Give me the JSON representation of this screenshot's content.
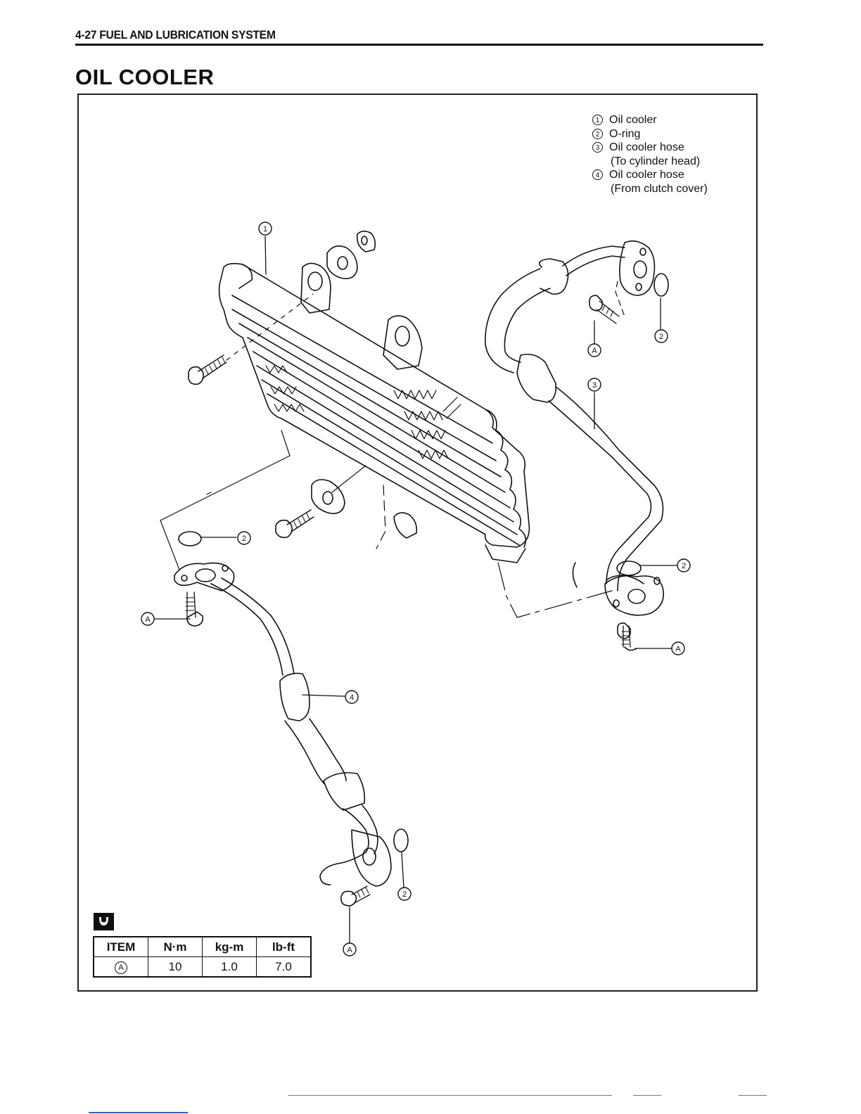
{
  "header": {
    "section": "4-27 FUEL AND LUBRICATION SYSTEM"
  },
  "page_title": "OIL COOLER",
  "legend": [
    {
      "num": "1",
      "label": "Oil cooler"
    },
    {
      "num": "2",
      "label": "O-ring"
    },
    {
      "num": "3",
      "label": "Oil cooler hose",
      "sub": "(To cylinder head)"
    },
    {
      "num": "4",
      "label": "Oil cooler hose",
      "sub": "(From clutch cover)"
    }
  ],
  "callouts": {
    "one": "1",
    "two": "2",
    "three": "3",
    "four": "4",
    "bolt": "A"
  },
  "torque_table": {
    "headers": [
      "ITEM",
      "N·m",
      "kg-m",
      "lb-ft"
    ],
    "rows": [
      [
        "A",
        "10",
        "1.0",
        "7.0"
      ]
    ]
  },
  "icons": {
    "torque": "torque-wrench-icon"
  }
}
